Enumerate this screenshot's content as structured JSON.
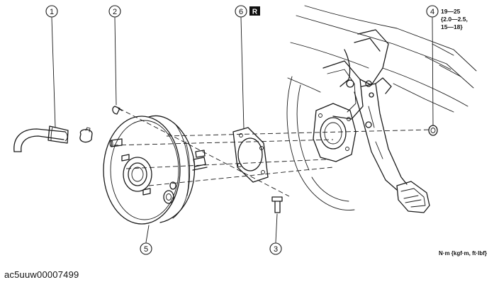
{
  "figure": {
    "orientation_badge": "R",
    "callouts": [
      "1",
      "2",
      "3",
      "4",
      "5",
      "6"
    ],
    "torque_spec": [
      "19—25",
      "{2.0—2.5,",
      "15—18}"
    ],
    "units_note": "N·m {kgf·m, ft·lbf}",
    "figure_id": "ac5uuw00007499"
  }
}
